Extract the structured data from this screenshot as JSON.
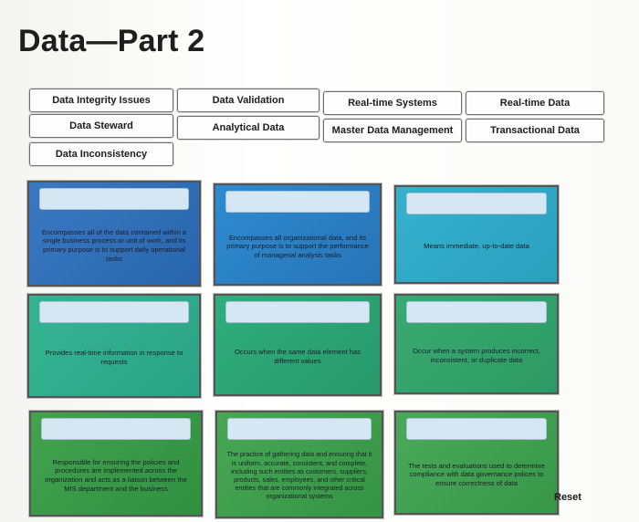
{
  "page": {
    "title": "Data—Part 2"
  },
  "terms": [
    "Data Integrity Issues",
    "Data Validation",
    "Real-time Systems",
    "Real-time Data",
    "Data Steward",
    "Analytical Data",
    "Master Data Management",
    "Transactional Data",
    "Data Inconsistency"
  ],
  "definitions": [
    "Encompasses all of the data contained within a single business process or unit of work, and its primary purpose is to support daily operational tasks",
    "Encompasses all organizational data, and its primary purpose is to support the performance of managerial analysis tasks",
    "Means immediate, up-to-date data",
    "Provides real-time information in response to requests",
    "Occurs when the same data element has different values",
    "Occur when a system produces incorrect, inconsistent, or duplicate data",
    "Responsible for ensuring the policies and procedures are implemented across the organization and acts as a liaison between the MIS department and the business",
    "The practice of gathering data and ensuring that it is uniform, accurate, consistent, and complete, including such entities as customers, suppliers, products, sales, employees, and other critical entities that are commonly integrated across organizational systems",
    "The tests and evaluations used to determine compliance with data governance polices to ensure correctness of data"
  ],
  "controls": {
    "reset_label": "Reset"
  },
  "colors": {
    "card_row1": [
      "#2f6fb8",
      "#2b80c4",
      "#31a8c5"
    ],
    "card_row2": [
      "#30ac8b",
      "#2ca374",
      "#33a06a"
    ],
    "card_row3": [
      "#3a9a47",
      "#3e9e4c",
      "#429f51"
    ],
    "drop_slot": "#d5e7f3"
  }
}
